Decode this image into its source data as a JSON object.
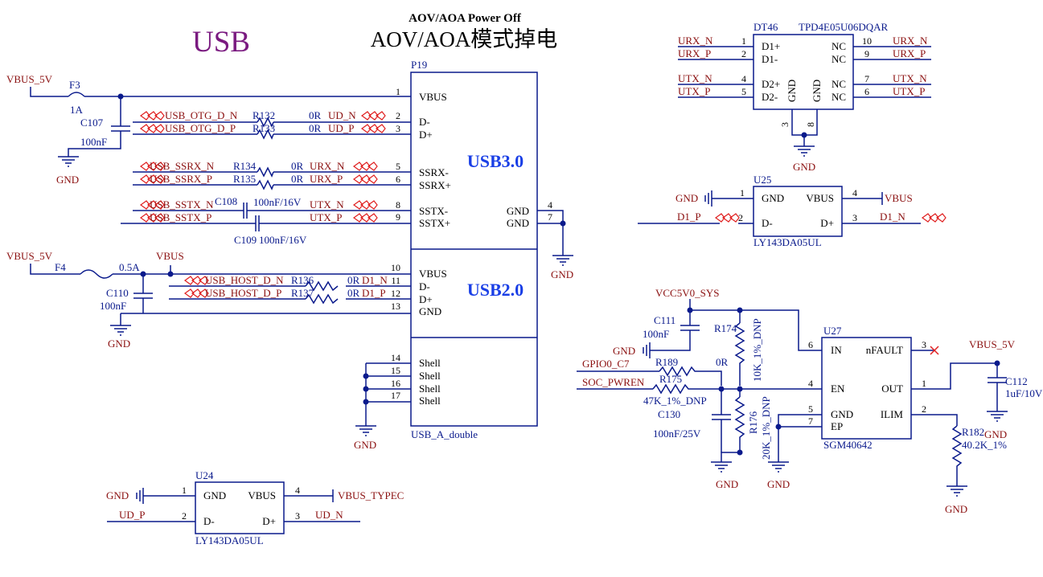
{
  "header": {
    "subtitle": "AOV/AOA Power Off",
    "title": "AOV/AOA模式掉电",
    "page_label": "USB"
  },
  "colors": {
    "wire": "#0a1a8c",
    "ref": "#0a1a8c",
    "net": "#8b1010",
    "component": "#8b1010",
    "title": "#7a1a80",
    "section": "#1a3fe6",
    "noconnect": "#e02020"
  },
  "p19": {
    "ref": "P19",
    "part": "USB_A_double",
    "section_usb3": "USB3.0",
    "section_usb2": "USB2.0",
    "pins": [
      {
        "num": "1",
        "name": "VBUS"
      },
      {
        "num": "2",
        "name": "D-"
      },
      {
        "num": "3",
        "name": "D+"
      },
      {
        "num": "5",
        "name": "SSRX-"
      },
      {
        "num": "6",
        "name": "SSRX+"
      },
      {
        "num": "8",
        "name": "SSTX-"
      },
      {
        "num": "9",
        "name": "SSTX+"
      },
      {
        "num": "4",
        "name": "GND"
      },
      {
        "num": "7",
        "name": "GND"
      },
      {
        "num": "10",
        "name": "VBUS"
      },
      {
        "num": "11",
        "name": "D-"
      },
      {
        "num": "12",
        "name": "D+"
      },
      {
        "num": "13",
        "name": "GND"
      },
      {
        "num": "14",
        "name": "Shell"
      },
      {
        "num": "15",
        "name": "Shell"
      },
      {
        "num": "16",
        "name": "Shell"
      },
      {
        "num": "17",
        "name": "Shell"
      }
    ]
  },
  "left": {
    "vbus5v_top": "VBUS_5V",
    "f3_ref": "F3",
    "f3_val": "1A",
    "c107_ref": "C107",
    "c107_val": "100nF",
    "gnd_a": "GND",
    "otg_dn": "USB_OTG_D_N",
    "otg_dp": "USB_OTG_D_P",
    "r132": "R132",
    "r133": "R133",
    "r132_val": "0R",
    "r133_val": "0R",
    "ud_n": "UD_N",
    "ud_p": "UD_P",
    "ssrx_n": "USB_SSRX_N",
    "ssrx_p": "USB_SSRX_P",
    "r134": "R134",
    "r135": "R135",
    "r134_val": "0R",
    "r135_val": "0R",
    "urx_n": "URX_N",
    "urx_p": "URX_P",
    "sstx_n": "USB_SSTX_N",
    "sstx_p": "USB_SSTX_P",
    "c108": "C108",
    "c108_val": "100nF/16V",
    "c109": "C109",
    "c109_val": "100nF/16V",
    "utx_n": "UTX_N",
    "utx_p": "UTX_P",
    "gnd_b": "GND",
    "vbus5v_bot": "VBUS_5V",
    "f4_ref": "F4",
    "f4_val": "0.5A",
    "vbus": "VBUS",
    "c110_ref": "C110",
    "c110_val": "100nF",
    "gnd_c": "GND",
    "host_dn": "USB_HOST_D_N",
    "host_dp": "USB_HOST_D_P",
    "r136": "R136",
    "r137": "R137",
    "r136_val": "0R",
    "r137_val": "0R",
    "d1_n": "D1_N",
    "d1_p": "D1_P",
    "gnd_shell": "GND"
  },
  "u24": {
    "ref": "U24",
    "part": "LY143DA05UL",
    "gnd_net": "GND",
    "vbus_net": "VBUS_TYPEC",
    "d_net_left": "UD_P",
    "d_net_right": "UD_N",
    "pins": [
      {
        "num": "1",
        "name": "GND"
      },
      {
        "num": "4",
        "name": "VBUS"
      },
      {
        "num": "2",
        "name": "D-"
      },
      {
        "num": "3",
        "name": "D+"
      }
    ]
  },
  "dt46": {
    "ref": "DT46",
    "part": "TPD4E05U06DQAR",
    "gnd_net": "GND",
    "left_nets": [
      "URX_N",
      "URX_P",
      "UTX_N",
      "UTX_P"
    ],
    "right_nets": [
      "URX_N",
      "URX_P",
      "UTX_N",
      "UTX_P"
    ],
    "left_pins": [
      {
        "num": "1",
        "name": "D1+"
      },
      {
        "num": "2",
        "name": "D1-"
      },
      {
        "num": "4",
        "name": "D2+"
      },
      {
        "num": "5",
        "name": "D2-"
      }
    ],
    "right_pins": [
      {
        "num": "10",
        "name": "NC"
      },
      {
        "num": "9",
        "name": "NC"
      },
      {
        "num": "7",
        "name": "NC"
      },
      {
        "num": "6",
        "name": "NC"
      }
    ],
    "gnd_pins": [
      {
        "num": "3",
        "name": "GND"
      },
      {
        "num": "8",
        "name": "GND"
      }
    ]
  },
  "u25": {
    "ref": "U25",
    "part": "LY143DA05UL",
    "gnd_net": "GND",
    "vbus_net": "VBUS",
    "d_net_left": "D1_P",
    "d_net_right": "D1_N",
    "pins": [
      {
        "num": "1",
        "name": "GND"
      },
      {
        "num": "4",
        "name": "VBUS"
      },
      {
        "num": "2",
        "name": "D-"
      },
      {
        "num": "3",
        "name": "D+"
      }
    ]
  },
  "u27": {
    "ref": "U27",
    "part": "SGM40642",
    "vcc_net": "VCC5V0_SYS",
    "c111": "C111",
    "c111_val": "100nF",
    "gnd_c111": "GND",
    "r174": "R174",
    "r174_val": "10K_1%_DNP",
    "gpio_net": "GPIO0_C7",
    "r189": "R189",
    "r189_val": "0R",
    "soc_net": "SOC_PWREN",
    "r175": "R175",
    "r175_val": "47K_1%_DNP",
    "c130": "C130",
    "c130_val": "100nF/25V",
    "r176": "R176",
    "r176_val": "20K_1%_DNP",
    "gnd_left": "GND",
    "gnd_mid": "GND",
    "vbus5v": "VBUS_5V",
    "c112": "C112",
    "c112_val": "1uF/10V",
    "gnd_c112": "GND",
    "r182": "R182",
    "r182_val": "40.2K_1%",
    "gnd_r182": "GND",
    "pins": [
      {
        "num": "6",
        "name": "IN"
      },
      {
        "num": "4",
        "name": "EN"
      },
      {
        "num": "5",
        "name": "GND"
      },
      {
        "num": "7",
        "name": "EP"
      },
      {
        "num": "3",
        "name": "nFAULT"
      },
      {
        "num": "1",
        "name": "OUT"
      },
      {
        "num": "2",
        "name": "ILIM"
      }
    ]
  }
}
